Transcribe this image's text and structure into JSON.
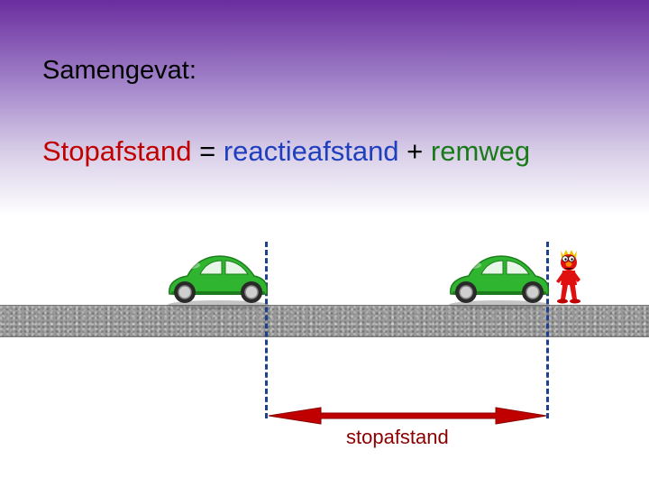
{
  "slide": {
    "title": "Samengevat:",
    "formula": {
      "term1": "Stopafstand",
      "op1": " = ",
      "term2": "reactieafstand",
      "op2": " + ",
      "term3": "remweg"
    },
    "arrow_label": "stopafstand"
  },
  "colors": {
    "term1": "#c00000",
    "term2": "#1f3fbf",
    "term3": "#1a7a1a",
    "car": "#2fb52f",
    "arrow": "#c00000",
    "marker_line": "#1f3f8f"
  }
}
